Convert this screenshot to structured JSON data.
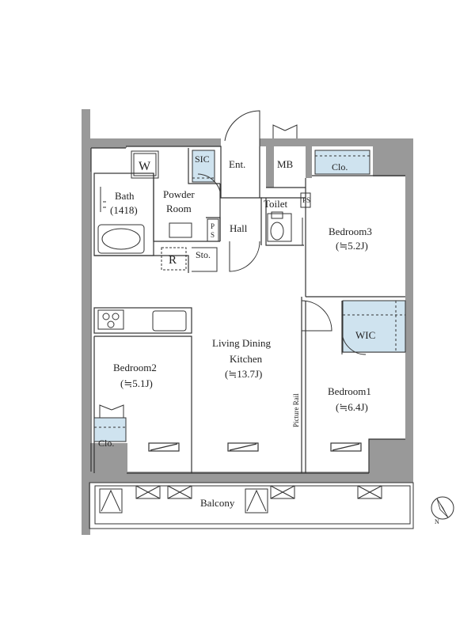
{
  "floorplan": {
    "rooms": {
      "wc_box": "W",
      "sic": "SIC",
      "entrance": "Ent.",
      "mb": "MB",
      "closet_bed3": "Clo.",
      "bath": "Bath",
      "bath_size": "(1418)",
      "powder_room_1": "Powder",
      "powder_room_2": "Room",
      "toilet": "Toilet",
      "ps_upper": "PS",
      "ps_lower_p": "P",
      "ps_lower_s": "S",
      "hall": "Hall",
      "bedroom3": "Bedroom3",
      "bedroom3_size": "(≒5.2J)",
      "refrigerator": "R",
      "storage": "Sto.",
      "wic": "WIC",
      "ldk_1": "Living Dining",
      "ldk_2": "Kitchen",
      "ldk_size": "(≒13.7J)",
      "picture_rail": "Picture Rail",
      "bedroom2": "Bedroom2",
      "bedroom2_size": "(≒5.1J)",
      "bedroom1": "Bedroom1",
      "bedroom1_size": "(≒6.4J)",
      "closet_bed2": "Clo.",
      "balcony": "Balcony"
    },
    "compass": {
      "label": "N"
    },
    "colors": {
      "wall": "#999999",
      "line": "#333333",
      "storage_fill": "#cfe3ef",
      "background": "#ffffff"
    }
  }
}
